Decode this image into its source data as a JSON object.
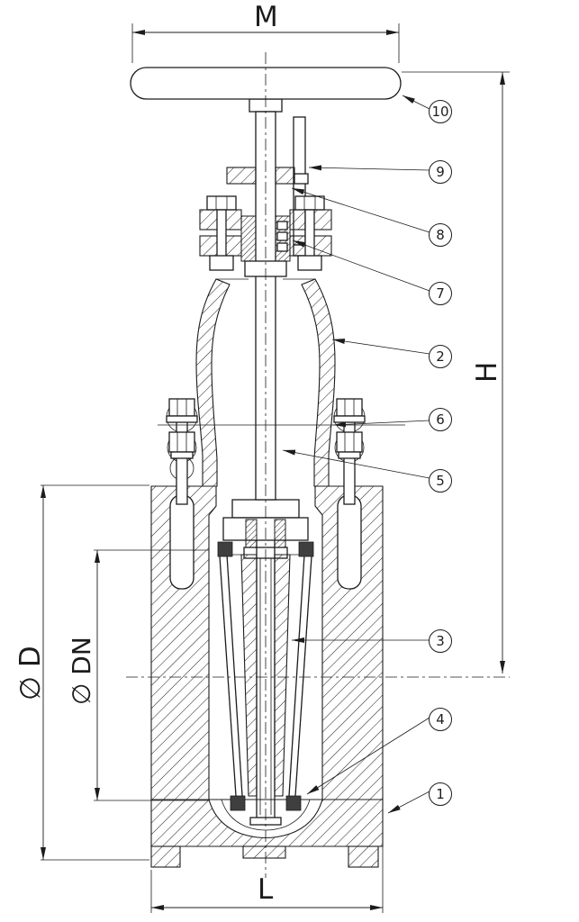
{
  "drawing": {
    "type": "technical-section-drawing",
    "subject": "gate-valve",
    "colors": {
      "line": "#1c1c1c",
      "background": "#ffffff",
      "seat_ring": "#3f3f3f"
    }
  },
  "dimensions": {
    "M": "M",
    "H": "H",
    "L": "L",
    "D": "∅ D",
    "DN": "∅ DN"
  },
  "callouts": [
    {
      "number": "10"
    },
    {
      "number": "9"
    },
    {
      "number": "8"
    },
    {
      "number": "7"
    },
    {
      "number": "2"
    },
    {
      "number": "6"
    },
    {
      "number": "5"
    },
    {
      "number": "3"
    },
    {
      "number": "4"
    },
    {
      "number": "1"
    }
  ]
}
